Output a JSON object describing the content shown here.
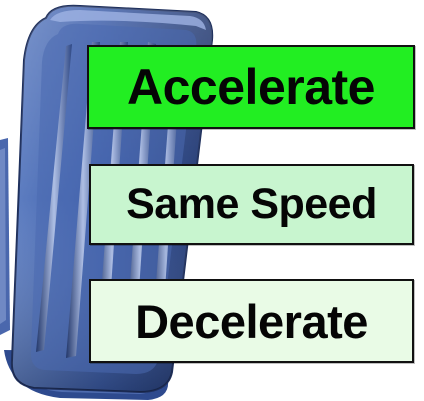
{
  "options": [
    {
      "label": "Accelerate",
      "state": "selected",
      "fill_color": "#22ee22"
    },
    {
      "label": "Same Speed",
      "state": "unselected",
      "fill_color": "#c8f5cf"
    },
    {
      "label": "Decelerate",
      "state": "unselected",
      "fill_color": "#e9fbe6"
    }
  ],
  "illustration": {
    "icon": "gas-pedal-icon",
    "color": "#3b5fa8"
  }
}
